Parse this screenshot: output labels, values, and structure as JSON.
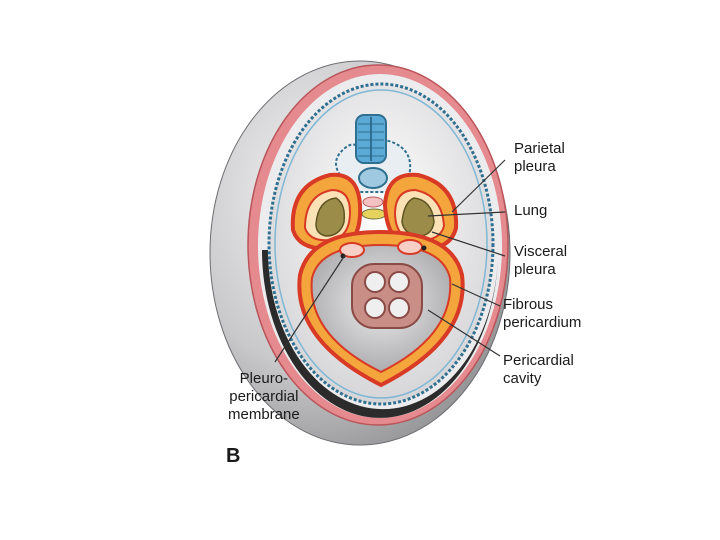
{
  "figure": {
    "panel_letter": "B",
    "labels": {
      "parietal_pleura": [
        "Parietal",
        "pleura"
      ],
      "lung": [
        "Lung"
      ],
      "visceral_pleura": [
        "Visceral",
        "pleura"
      ],
      "fibrous_pericardium": [
        "Fibrous",
        "pericardium"
      ],
      "pericardial_cavity": [
        "Pericardial",
        "cavity"
      ],
      "pleuropericardial_membrane": [
        "Pleuro-",
        "pericardial",
        "membrane"
      ]
    }
  },
  "colors": {
    "body_wall": "#c9c9cb",
    "body_shadow": "#8e8e91",
    "skin_pink": "#e58a8e",
    "dark_rim": "#2b2b2b",
    "membrane_blue": "#2f6f8f",
    "spinal_blue": "#5aa9d6",
    "pleura_red": "#d83a26",
    "pleura_orange": "#f4a63d",
    "lung_olive": "#9b8c4a",
    "pericardial_gray": "#a7a7aa",
    "heart_pink": "#c98e86",
    "label_line": "#333333"
  }
}
